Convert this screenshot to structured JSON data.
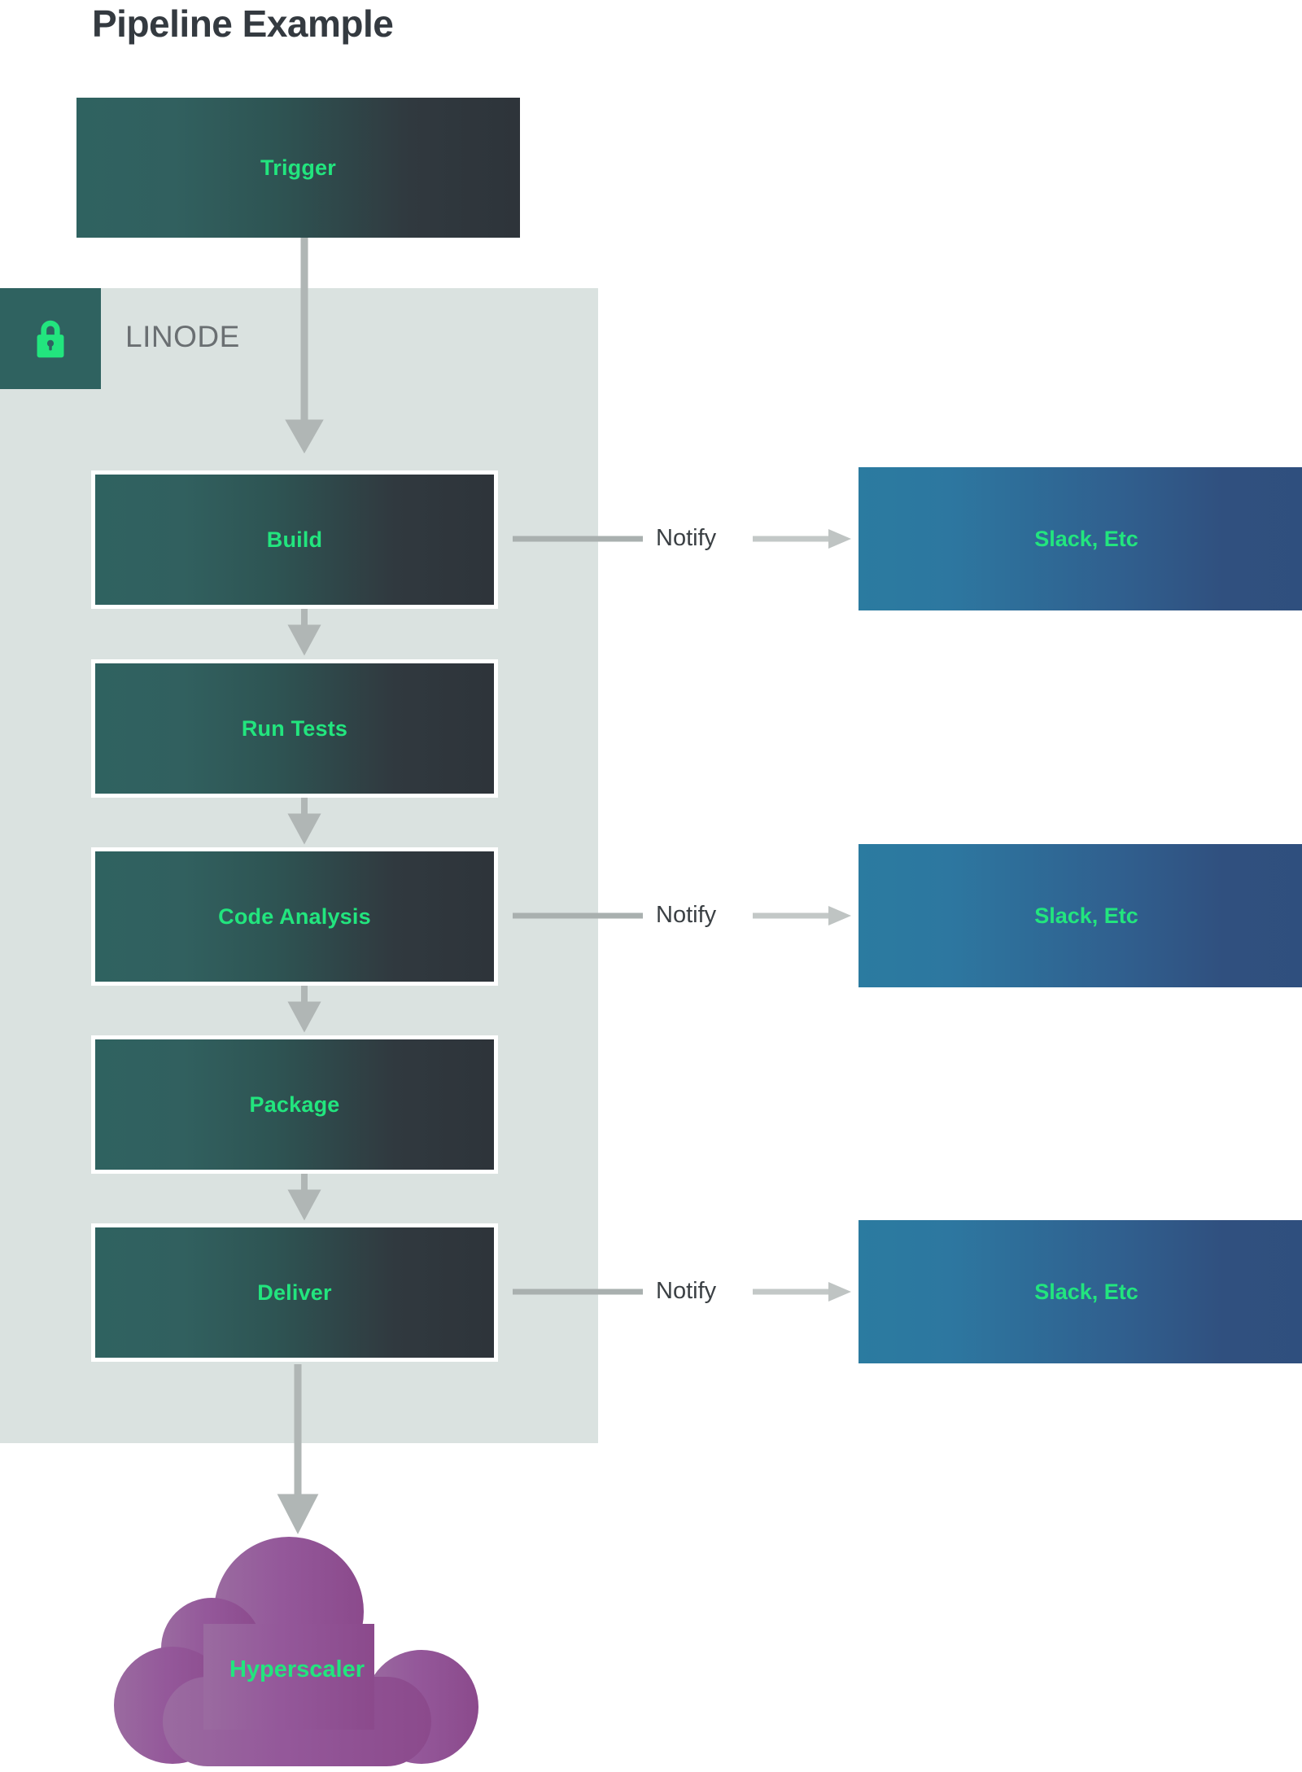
{
  "title": "Pipeline Example",
  "group": {
    "name": "LINODE",
    "icon": "lock-icon",
    "badge_color": "#2f6260",
    "background_color": "#dae2e0"
  },
  "colors": {
    "accent_green": "#22e57e",
    "stage_gradient_start": "#2f6260",
    "stage_gradient_end": "#2e343a",
    "notify_gradient_start": "#2b7ba0",
    "notify_gradient_end": "#2f4f7e",
    "cloud_purple": "#8e4f8e",
    "arrow_gray": "#b0b6b5",
    "title_color": "#343a40",
    "group_label_color": "#6a6f72"
  },
  "trigger": {
    "label": "Trigger"
  },
  "stages": [
    {
      "label": "Build"
    },
    {
      "label": "Run Tests"
    },
    {
      "label": "Code Analysis"
    },
    {
      "label": "Package"
    },
    {
      "label": "Deliver"
    }
  ],
  "notifications": [
    {
      "edge_label": "Notify",
      "target_label": "Slack, Etc"
    },
    {
      "edge_label": "Notify",
      "target_label": "Slack, Etc"
    },
    {
      "edge_label": "Notify",
      "target_label": "Slack, Etc"
    }
  ],
  "destination": {
    "label": "Hyperscaler",
    "shape": "cloud"
  }
}
